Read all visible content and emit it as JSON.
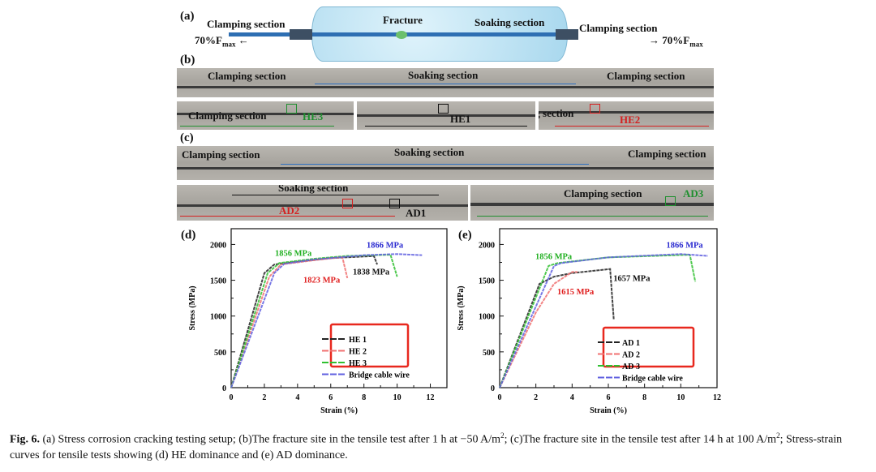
{
  "panel_a": {
    "label": "(a)",
    "left_clamp": "Clamping section",
    "right_clamp": "Clamping section",
    "fracture": "Fracture",
    "soaking": "Soaking section",
    "force_left": "70%F",
    "force_right": "70%F",
    "force_sub": "max"
  },
  "panel_b": {
    "label": "(b)",
    "strip": {
      "left": "Clamping section",
      "middle": "Soaking section",
      "right": "Clamping section"
    },
    "photos": [
      {
        "text": "Clamping section",
        "tag": "HE3",
        "color": "#1f8f2f"
      },
      {
        "text": "",
        "tag": "HE1",
        "color": "#111111"
      },
      {
        "text": "Soaking section",
        "tag": "HE2",
        "color": "#d42020"
      }
    ]
  },
  "panel_c": {
    "label": "(c)",
    "strip": {
      "left": "Clamping section",
      "middle": "Soaking section",
      "right": "Clamping section"
    },
    "photos": [
      {
        "text": "Soaking section",
        "tags": [
          "AD2",
          "AD1"
        ]
      },
      {
        "text": "Clamping section",
        "tag": "AD3"
      }
    ]
  },
  "chart_data": [
    {
      "type": "line",
      "panel": "(d)",
      "xlabel": "Strain (%)",
      "ylabel": "Stress (MPa)",
      "xlim": [
        0,
        13
      ],
      "ylim": [
        0,
        2220
      ],
      "xticks": [
        0,
        2,
        4,
        6,
        8,
        10,
        12
      ],
      "yticks": [
        0,
        500,
        1000,
        1500,
        2000
      ],
      "series": [
        {
          "name": "HE 1",
          "color": "#222222",
          "points": [
            [
              0,
              0
            ],
            [
              2,
              1600
            ],
            [
              2.6,
              1720
            ],
            [
              4,
              1760
            ],
            [
              6,
              1810
            ],
            [
              8.6,
              1838
            ],
            [
              8.8,
              1720
            ]
          ]
        },
        {
          "name": "HE 2",
          "color": "#f07070",
          "points": [
            [
              0,
              0
            ],
            [
              2.3,
              1550
            ],
            [
              3,
              1720
            ],
            [
              5,
              1780
            ],
            [
              6.7,
              1823
            ],
            [
              7,
              1530
            ]
          ]
        },
        {
          "name": "HE 3",
          "color": "#30c030",
          "points": [
            [
              0,
              0
            ],
            [
              2.2,
              1600
            ],
            [
              2.9,
              1740
            ],
            [
              5,
              1800
            ],
            [
              7,
              1840
            ],
            [
              9.6,
              1856
            ],
            [
              10,
              1550
            ]
          ]
        },
        {
          "name": "Bridge cable wire",
          "color": "#6060e0",
          "points": [
            [
              0,
              0
            ],
            [
              2.6,
              1600
            ],
            [
              3.2,
              1730
            ],
            [
              5,
              1790
            ],
            [
              8,
              1850
            ],
            [
              10,
              1866
            ],
            [
              11.5,
              1850
            ]
          ]
        }
      ],
      "annotations": [
        {
          "text": "1856 MPa",
          "color": "#22b022",
          "x": 2.64,
          "y": 1842
        },
        {
          "text": "1866 MPa",
          "color": "#2a2ad0",
          "x": 8.16,
          "y": 1955
        },
        {
          "text": "1838 MPa",
          "color": "#111111",
          "x": 7.33,
          "y": 1582
        },
        {
          "text": "1823 MPa",
          "color": "#e02020",
          "x": 4.35,
          "y": 1469
        }
      ]
    },
    {
      "type": "line",
      "panel": "(e)",
      "xlabel": "Strain (%)",
      "ylabel": "Stress (MPa)",
      "xlim": [
        0,
        12
      ],
      "ylim": [
        0,
        2220
      ],
      "xticks": [
        0,
        2,
        4,
        6,
        8,
        10,
        12
      ],
      "yticks": [
        0,
        500,
        1000,
        1500,
        2000
      ],
      "series": [
        {
          "name": "AD 1",
          "color": "#222222",
          "points": [
            [
              0,
              0
            ],
            [
              2.2,
              1450
            ],
            [
              3,
              1550
            ],
            [
              4,
              1600
            ],
            [
              6.1,
              1657
            ],
            [
              6.3,
              950
            ]
          ]
        },
        {
          "name": "AD 2",
          "color": "#f07070",
          "points": [
            [
              0,
              0
            ],
            [
              2,
              1050
            ],
            [
              3,
              1450
            ],
            [
              4,
              1615
            ],
            [
              4.3,
              1615
            ]
          ]
        },
        {
          "name": "AD 3",
          "color": "#30c030",
          "points": [
            [
              0,
              0
            ],
            [
              2.7,
              1700
            ],
            [
              3.2,
              1740
            ],
            [
              6,
              1820
            ],
            [
              10.5,
              1856
            ],
            [
              10.8,
              1480
            ]
          ]
        },
        {
          "name": "Bridge cable wire",
          "color": "#6060e0",
          "points": [
            [
              0,
              0
            ],
            [
              3,
              1700
            ],
            [
              3.4,
              1740
            ],
            [
              6,
              1820
            ],
            [
              10,
              1866
            ],
            [
              11.5,
              1840
            ]
          ]
        }
      ],
      "annotations": [
        {
          "text": "1856 MPa",
          "color": "#22b022",
          "x": 1.97,
          "y": 1797
        },
        {
          "text": "1866 MPa",
          "color": "#2a2ad0",
          "x": 9.2,
          "y": 1955
        },
        {
          "text": "1657 MPa",
          "color": "#111111",
          "x": 6.28,
          "y": 1492
        },
        {
          "text": "1615 MPa",
          "color": "#e02020",
          "x": 3.18,
          "y": 1300
        }
      ]
    }
  ],
  "caption": {
    "fig": "Fig. 6.",
    "p1": " (a) Stress corrosion cracking testing setup; (b)The fracture site in the tensile test after 1 h at −50 A/m",
    "sup1": "2",
    "p2": "; (c)The fracture site in the tensile test after 14 h at 100 A/m",
    "sup2": "2",
    "p3": "; Stress-strain curves for tensile tests showing (d) HE dominance and (e) AD dominance."
  }
}
